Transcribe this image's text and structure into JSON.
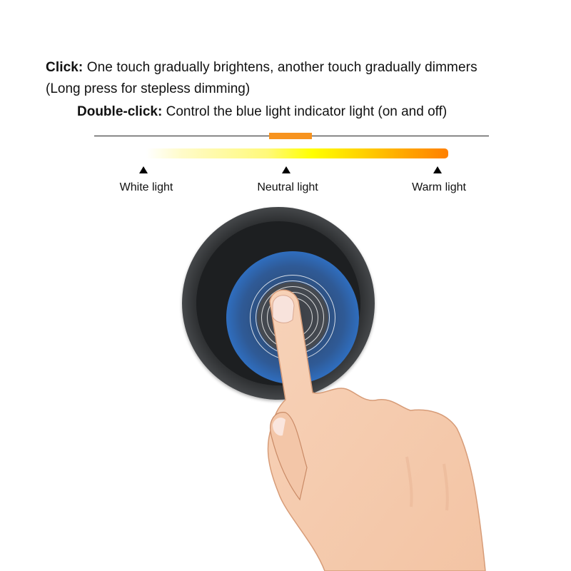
{
  "instructions": {
    "click_label": "Click:",
    "click_text": " One touch gradually brightens, another touch gradually dimmers",
    "long_press_text": "(Long press for stepless dimming)",
    "double_click_label": "Double-click:",
    "double_click_text": " Control the blue light indicator light (on and off)"
  },
  "color_scale": {
    "slider_color": "#F7931E",
    "gradient_colors": [
      "#ffffff",
      "#ffff00",
      "#ff8000"
    ],
    "markers": [
      {
        "label": "White light"
      },
      {
        "label": "Neutral light"
      },
      {
        "label": "Warm light"
      }
    ]
  },
  "dial": {
    "ring_color": "#2d2f31",
    "glow_color": "#2f77d2"
  }
}
